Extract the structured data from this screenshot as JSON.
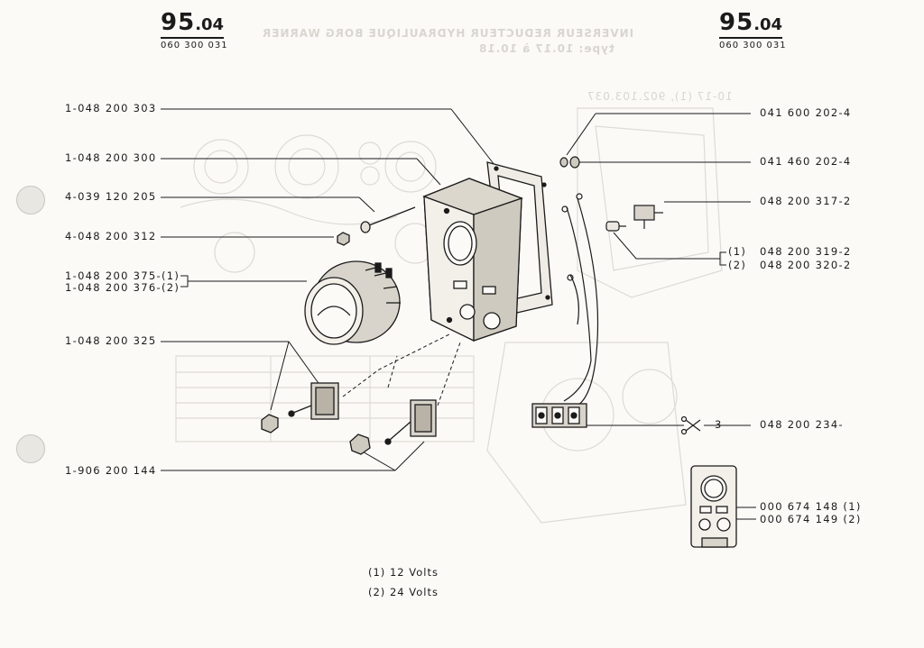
{
  "page": {
    "number_main": "95",
    "number_sub": ".04",
    "doc_code": "060 300 031",
    "ghost_title": "INVERSEUR REDUCTEUR HYDRAULIQUE BORG WARNER",
    "ghost_subtitle": "type: 10.17 à 10.18",
    "ghost_table_header": "10-17 (1), 902.103.037"
  },
  "left_labels": [
    "1-048 200 303",
    "1-048 200 300",
    "4-039 120 205",
    "4-048 200 312",
    "1-048 200 375-(1)",
    "1-048 200 376-(2)",
    "1-048 200 325",
    "1-906 200 144"
  ],
  "right_labels": [
    "041 600 202-4",
    "041 460 202-4",
    "048 200 317-2",
    "(1)",
    "048 200 319-2",
    "(2)",
    "048 200 320-2",
    "3",
    "048 200 234-",
    "000 674 148 (1)",
    "000 674 149 (2)"
  ],
  "legend": {
    "line1": "(1) 12 Volts",
    "line2": "(2) 24 Volts"
  },
  "parts": {
    "panel_box": "instrument-panel-box",
    "gasket": "panel-gasket",
    "gauge": "temperature-gauge",
    "switch_a": "toggle-switch",
    "switch_b": "toggle-switch",
    "bulb": "warning-lamp-bulb",
    "terminal_block": "terminal-block",
    "assembled_panel": "assembled-instrument-panel"
  }
}
